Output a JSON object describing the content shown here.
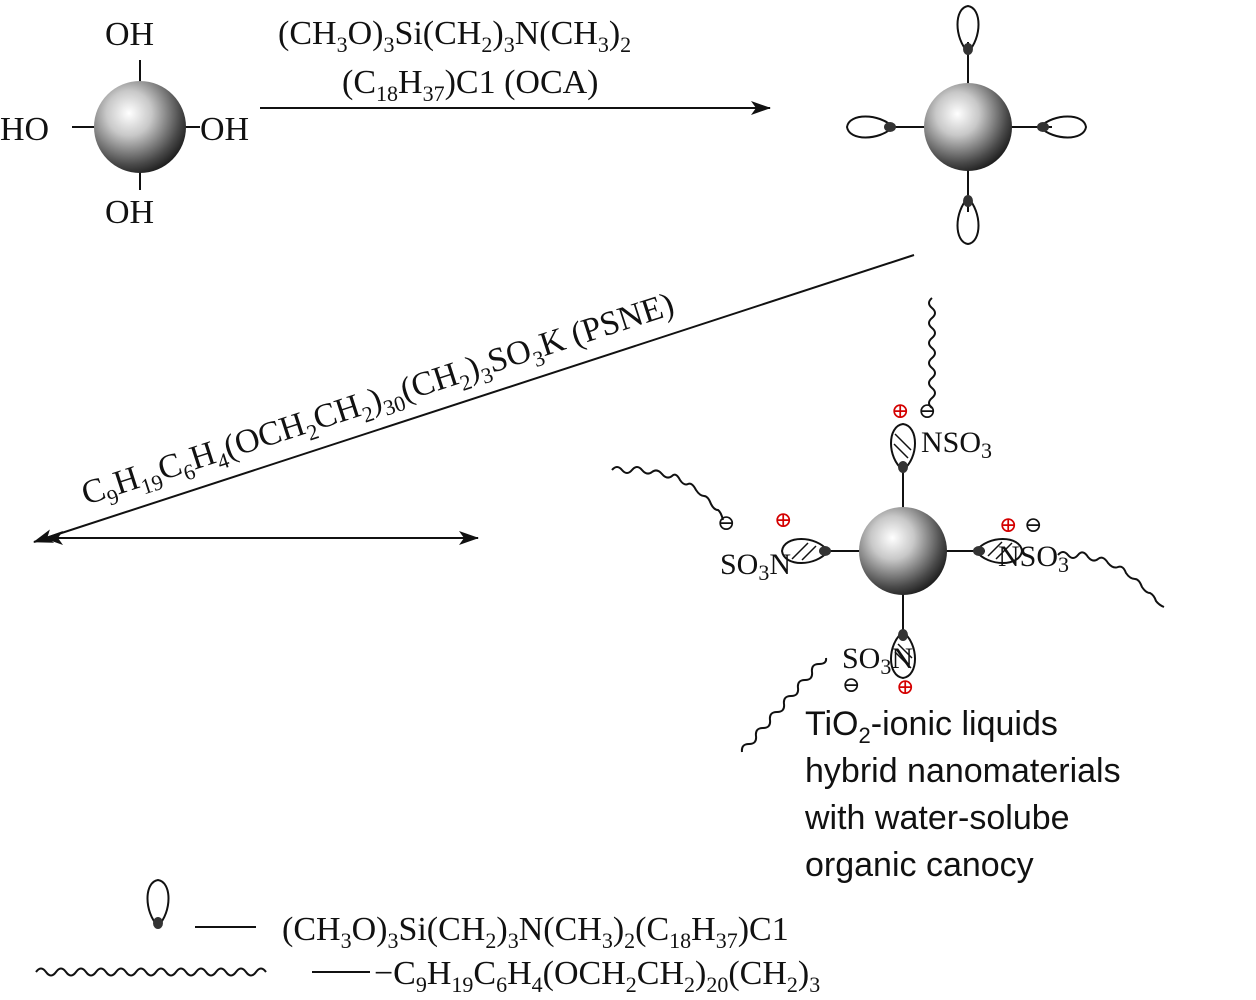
{
  "start": {
    "oh_top": "OH",
    "oh_bottom": "OH",
    "ho_left": "HO",
    "oh_right": "OH"
  },
  "reagent1": {
    "line1": {
      "a": "(CH",
      "s1": "3",
      "b": "O)",
      "s2": "3",
      "c": "Si(CH",
      "s3": "2",
      "d": ")",
      "s4": "3",
      "e": "N(CH",
      "s5": "3",
      "f": ")",
      "s6": "2"
    },
    "line2": {
      "a": "(C",
      "s1": "18",
      "b": "H",
      "s2": "37",
      "c": ")C1 (OCA)"
    }
  },
  "reagent2": {
    "p1": "C",
    "s1": "9",
    "p2": "H",
    "s2": "19",
    "p3": "C",
    "s3": "6",
    "p4": "H",
    "s4": "4",
    "p5": "(OCH",
    "s5": "2",
    "p6": "CH",
    "s6": "2",
    "p7": ")",
    "s7": "30",
    "p8": "(CH",
    "s8": "2",
    "p9": ")",
    "s9": "3",
    "p10": "SO",
    "s10": "3",
    "p11": "K (PSNE)"
  },
  "product": {
    "groups": {
      "top": {
        "a": "NSO",
        "s": "3"
      },
      "left": {
        "a": "SO",
        "s": "3",
        "b": "N"
      },
      "right": {
        "a": "NSO",
        "s": "3"
      },
      "bottom": {
        "a": "SO",
        "s": "3",
        "b": "N"
      }
    },
    "plus": "⊕",
    "minus": "⊖",
    "caption": {
      "l1a": "TiO",
      "l1s": "2",
      "l1b": "-ionic liquids",
      "l2": "hybrid nanomaterials",
      "l3": "with water-solube",
      "l4": "organic canocy"
    }
  },
  "legend": {
    "row1": {
      "a": "(CH",
      "s1": "3",
      "b": "O)",
      "s2": "3",
      "c": "Si(CH",
      "s3": "2",
      "d": ")",
      "s4": "3",
      "e": "N(CH",
      "s5": "3",
      "f": ")",
      "s6": "2",
      "g": "(C",
      "s7": "18",
      "h": "H",
      "s8": "37",
      "i": ")C1"
    },
    "row2": {
      "a": "−C",
      "s1": "9",
      "b": "H",
      "s2": "19",
      "c": "C",
      "s3": "6",
      "d": "H",
      "s4": "4",
      "e": "(OCH",
      "s5": "2",
      "f": "CH",
      "s6": "2",
      "g": ")",
      "s7": "20",
      "h": "(CH",
      "s8": "2",
      "i": ")",
      "s9": "3"
    }
  },
  "colors": {
    "charge_red": "#d40000",
    "ink": "#111111"
  }
}
